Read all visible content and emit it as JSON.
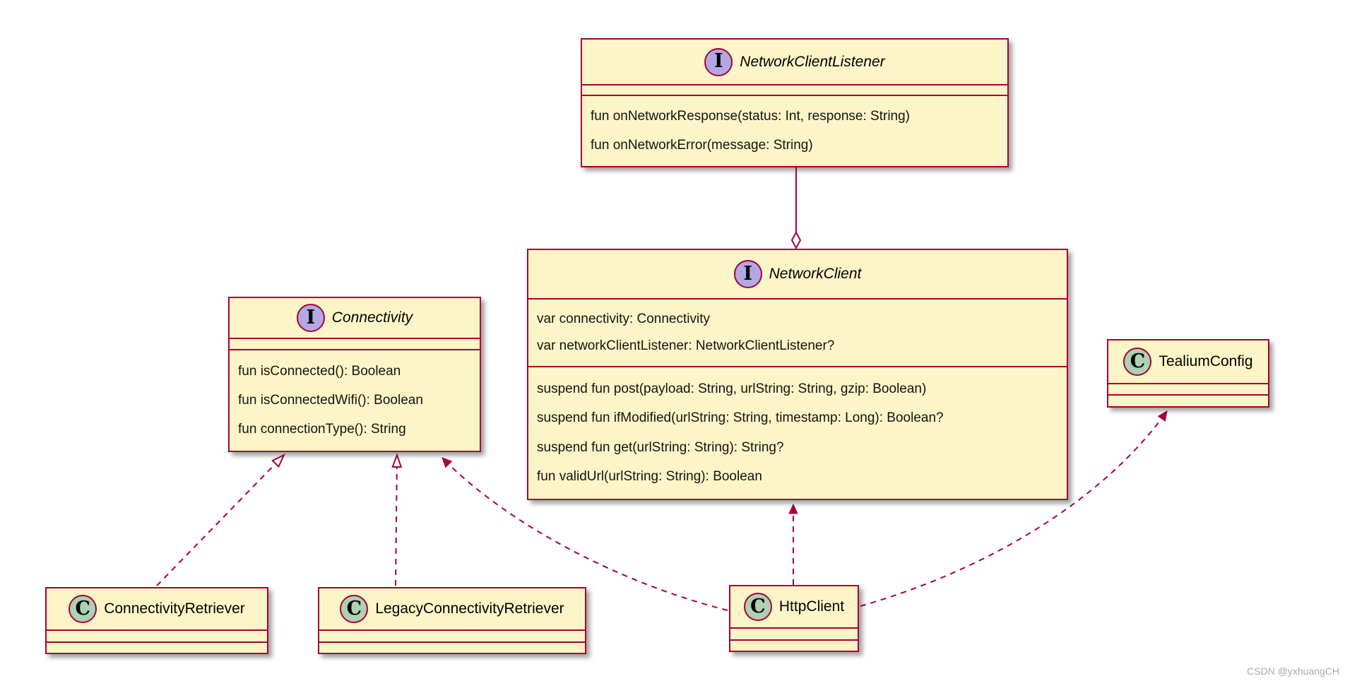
{
  "diagram": {
    "type": "uml-class-diagram",
    "watermark": "CSDN @yxhuangCH",
    "colors": {
      "box_fill": "#FCF5C7",
      "border": "#A80036",
      "edge": "#A80036",
      "interface_badge_fill": "#B4A7E5",
      "class_badge_fill": "#ADD1B2"
    },
    "classes": [
      {
        "name": "NetworkClientListener",
        "kind": "interface",
        "badge": "I",
        "attributes": [],
        "methods": [
          "fun onNetworkResponse(status: Int, response: String)",
          "fun onNetworkError(message: String)"
        ]
      },
      {
        "name": "NetworkClient",
        "kind": "interface",
        "badge": "I",
        "attributes": [
          "var connectivity: Connectivity",
          "var networkClientListener: NetworkClientListener?"
        ],
        "methods": [
          "suspend fun post(payload: String, urlString: String, gzip: Boolean)",
          "suspend fun ifModified(urlString: String, timestamp: Long): Boolean?",
          "suspend fun get(urlString: String): String?",
          "fun validUrl(urlString: String): Boolean"
        ]
      },
      {
        "name": "Connectivity",
        "kind": "interface",
        "badge": "I",
        "attributes": [],
        "methods": [
          "fun isConnected(): Boolean",
          "fun isConnectedWifi(): Boolean",
          "fun connectionType(): String"
        ]
      },
      {
        "name": "TealiumConfig",
        "kind": "class",
        "badge": "C",
        "attributes": [],
        "methods": []
      },
      {
        "name": "ConnectivityRetriever",
        "kind": "class",
        "badge": "C",
        "attributes": [],
        "methods": []
      },
      {
        "name": "LegacyConnectivityRetriever",
        "kind": "class",
        "badge": "C",
        "attributes": [],
        "methods": []
      },
      {
        "name": "HttpClient",
        "kind": "class",
        "badge": "C",
        "attributes": [],
        "methods": []
      }
    ],
    "relations": [
      {
        "from": "NetworkClientListener",
        "to": "NetworkClient",
        "type": "aggregation",
        "line": "solid",
        "marker": "hollow-diamond"
      },
      {
        "from": "ConnectivityRetriever",
        "to": "Connectivity",
        "type": "realization",
        "line": "dashed",
        "marker": "hollow-triangle"
      },
      {
        "from": "LegacyConnectivityRetriever",
        "to": "Connectivity",
        "type": "realization",
        "line": "dashed",
        "marker": "hollow-triangle"
      },
      {
        "from": "HttpClient",
        "to": "Connectivity",
        "type": "dependency",
        "line": "dashed",
        "marker": "filled-arrow"
      },
      {
        "from": "HttpClient",
        "to": "NetworkClient",
        "type": "dependency",
        "line": "dashed",
        "marker": "filled-arrow"
      },
      {
        "from": "HttpClient",
        "to": "TealiumConfig",
        "type": "dependency",
        "line": "dashed",
        "marker": "filled-arrow"
      }
    ]
  }
}
